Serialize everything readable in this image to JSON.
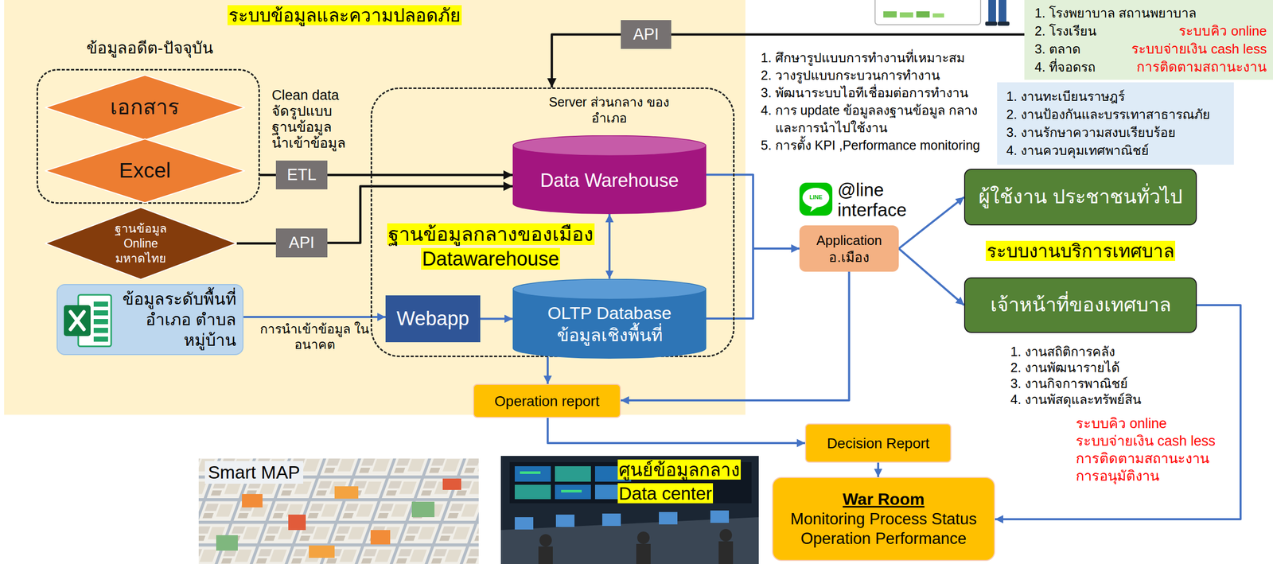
{
  "diagram": {
    "nodes": [
      {
        "text": [
          "ระบบข้อมูลและความปลอดภัย"
        ]
      },
      {
        "text": [
          "ข้อมูลอดีต-ปัจจุบัน"
        ],
        "in": 0
      },
      {
        "text": [
          "เอกสาร"
        ],
        "in": 1
      },
      {
        "text": [
          "Excel"
        ],
        "in": 1
      },
      {
        "text": [
          "ETL"
        ],
        "in": 0
      },
      {
        "text": [
          "Server ส่วนกลาง ของอำเภอ"
        ],
        "in": 0
      },
      {
        "text": [
          "Data Warehouse"
        ],
        "in": 5
      },
      {
        "text": [
          "ฐานข้อมูล Online มหาดไทย"
        ],
        "in": 0
      },
      {
        "text": [
          "API"
        ],
        "in": 0
      },
      {
        "text": [
          "ข้อมูลระดับพื้นที่ อำเภอ ตำบล หมู่บ้าน"
        ],
        "in": 0
      },
      {
        "text": [
          "Webapp"
        ],
        "in": 5
      },
      {
        "text": [
          "OLTP Database",
          "ข้อมูลเชิงพื้นที่"
        ],
        "in": 5
      },
      {
        "text": [
          "Operation report"
        ]
      },
      {
        "text": [
          "API"
        ]
      },
      {
        "text": [
          "1. โรงพยาบาล สถานพยาบาล",
          "2. โรงเรียน",
          "3. ตลาด",
          "4. ที่จอดรถ"
        ]
      },
      {
        "text": [
          "1. งานทะเบียนราษฎร์",
          "2. งานป้องกันและบรรเทาสาธารณภัย",
          "3. งานรักษาความสงบเรียบร้อย",
          "4. งานควบคุมเทศพาณิชย์"
        ]
      },
      {
        "text": [
          "Application อ.เมือง"
        ]
      },
      {
        "text": [
          "ผู้ใช้งาน ประชาชนทั่วไป"
        ]
      },
      {
        "text": [
          "เจ้าหน้าที่ของเทศบาล"
        ]
      },
      {
        "text": [
          "Decision Report"
        ]
      },
      {
        "text": [
          "War Room",
          "Monitoring Process Status Operation Performance"
        ]
      }
    ],
    "edges": [
      {
        "from": 1,
        "to": 4,
        "arrow": "none"
      },
      {
        "from": 4,
        "to": 6,
        "arrow": "to"
      },
      {
        "from": 7,
        "to": 8,
        "arrow": "none"
      },
      {
        "from": 8,
        "to": 6,
        "arrow": "to"
      },
      {
        "from": 9,
        "to": 10,
        "label": "การนำเข้าข้อมูล ในอนาคต",
        "arrow": "to"
      },
      {
        "from": 10,
        "to": 11,
        "arrow": "to"
      },
      {
        "from": 6,
        "to": 11,
        "arrow": "both"
      },
      {
        "from": 6,
        "to": 16,
        "arrow": "to"
      },
      {
        "from": 11,
        "to": 16,
        "arrow": "to"
      },
      {
        "from": 16,
        "to": 17,
        "arrow": "to"
      },
      {
        "from": 16,
        "to": 18,
        "arrow": "to"
      },
      {
        "from": 16,
        "to": 12,
        "arrow": "to"
      },
      {
        "from": 5,
        "to": 12,
        "arrow": "to"
      },
      {
        "from": 12,
        "to": 19,
        "arrow": "to"
      },
      {
        "from": 19,
        "to": 20,
        "arrow": "to"
      },
      {
        "from": 18,
        "to": 20,
        "arrow": "to"
      },
      {
        "from": 14,
        "to": 13,
        "arrow": "none"
      },
      {
        "from": 13,
        "to": 5,
        "arrow": "to"
      }
    ],
    "labels": [
      "Clean data จัดรูปแบบ ฐานข้อมูล นำเข้าข้อมูล",
      "ฐานข้อมูลกลางของเมือง Datawarehouse",
      "ระบบคิว online",
      "ระบบจ่ายเงิน cash less",
      "การติดตามสถานะงาน",
      "1. ศึกษารูปแบบการทำงานที่เหมาะสม",
      "2. วางรูปแบบกระบวนการทำงาน",
      "3. พัฒนาระบบไอทีเชื่อมต่อการทำงาน",
      "4. การ update ข้อมูลลงฐานข้อมูล กลาง และการนำไปใช้งาน",
      "5. การตั้ง KPI ,Performance monitoring",
      "LINE",
      "@line interface",
      "ระบบงานบริการเทศบาล",
      "1. งานสถิติการคลัง",
      "2. งานพัฒนารายได้",
      "3. งานกิจการพาณิชย์",
      "4. งานพัสดุและทรัพย์สิน",
      "ระบบคิว online",
      "ระบบจ่ายเงิน cash less",
      "การติดตามสถานะงาน",
      "การอนุมัติงาน",
      "Smart MAP",
      "ศูนย์ข้อมูลกลาง Data center"
    ]
  }
}
